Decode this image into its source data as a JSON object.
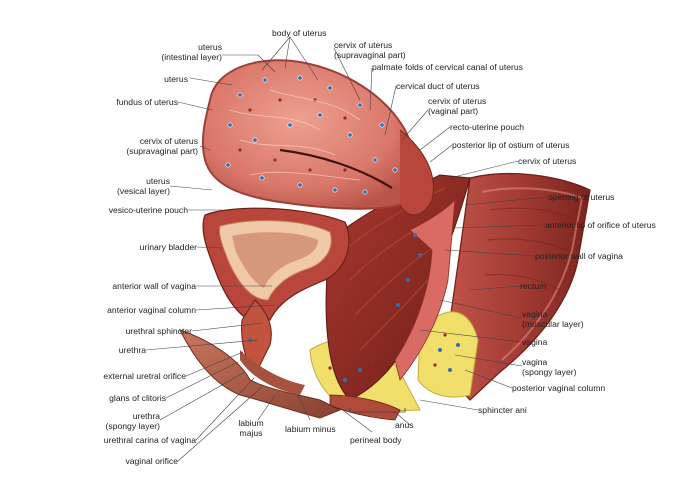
{
  "labels": {
    "uterus_intestinal": [
      "uterus",
      "(intestinal layer)"
    ],
    "uterus": "uterus",
    "fundus": "fundus of uterus",
    "cervix_supra_left": [
      "cervix of uterus",
      "(supravaginal part)"
    ],
    "uterus_vesical": [
      "uterus",
      "(vesical layer)"
    ],
    "vesico_uterine": "vesico-uterine pouch",
    "urinary_bladder": "urinary bladder",
    "anterior_wall_vagina": "anterior wall of vagina",
    "anterior_vaginal_column": "anterior vaginal column",
    "urethral_sphincter": "urethral sphincter",
    "urethra": "urethra",
    "external_urethral_orifice": "external uretral orifice",
    "glans_clitoris": "glans of clitoris",
    "urethra_spongy": [
      "urethra",
      "(spongy layer)"
    ],
    "urethral_carina": "urethral carina of vagina",
    "vaginal_orifice": "vaginal orifice",
    "labium_majus": [
      "labium",
      "majus"
    ],
    "labium_minus": "labium minus",
    "perineal_body": "perineal body",
    "anus": "anus",
    "body_uterus": "body of uterus",
    "cervix_supra_right": [
      "cervix of uterus",
      "(supravaginal part)"
    ],
    "palmate_folds": "palmate folds of cervical canal of uterus",
    "cervical_duct": "cervical duct of uterus",
    "cervix_vaginal": [
      "cervix of uterus",
      "(vaginal part)"
    ],
    "recto_uterine": "recto-uterine pouch",
    "posterior_lip": "posterior lip of ostium of uterus",
    "cervix_uterus": "cervix of uterus",
    "opening_uterus": "opening of uterus",
    "anterior_lip": "anterior lip of orifice of uterus",
    "posterior_wall_vagina": "posterior wall of vagina",
    "rectum": "rectum",
    "vagina_muscular": [
      "vagina",
      "(muscular layer)"
    ],
    "vagina": "vagina",
    "vagina_spongy": [
      "vagina",
      "(spongy layer)"
    ],
    "posterior_vaginal_column": "posterior vaginal column",
    "sphincter_ani": "sphincter ani"
  },
  "colors": {
    "uterus_fill": "#d9776a",
    "muscle_dark": "#8f2b22",
    "muscle_mid": "#b8463a",
    "mucosa": "#c85a56",
    "fat_yellow": "#f1df6c",
    "vessel_blue": "#2f6fb7",
    "leader": "#444444"
  }
}
